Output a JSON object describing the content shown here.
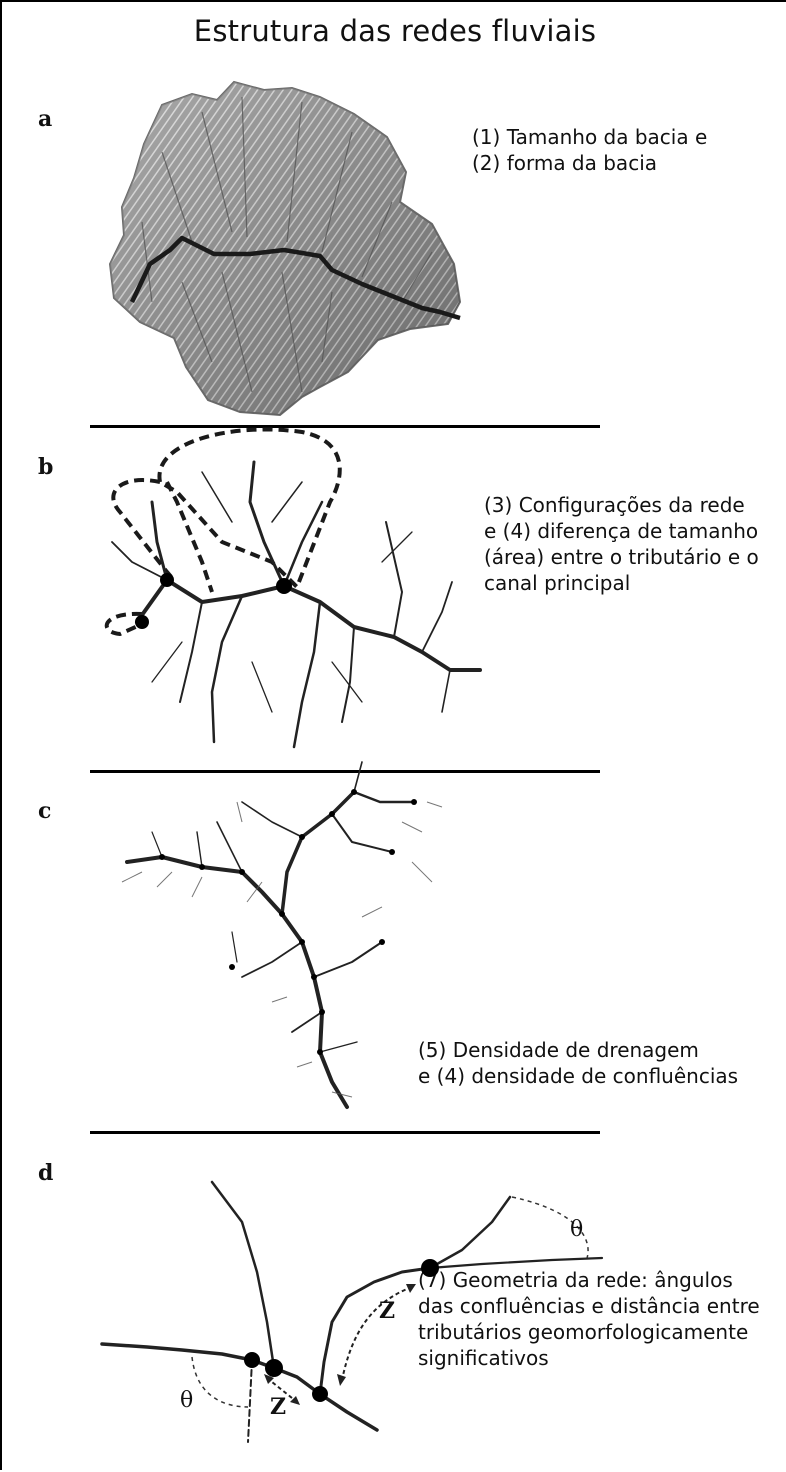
{
  "title": "Estrutura das redes fluviais",
  "panels": [
    {
      "letter": "a",
      "caption": [
        "(1) Tamanho da bacia e",
        "(2) forma da bacia"
      ]
    },
    {
      "letter": "b",
      "caption": [
        "(3) Configurações da rede",
        "e (4) diferença de tamanho",
        "(área) entre o tributário e o",
        "canal principal"
      ]
    },
    {
      "letter": "c",
      "caption": [
        "(5) Densidade de drenagem",
        "e (4) densidade de confluências"
      ]
    },
    {
      "letter": "d",
      "caption": [
        "(7) Geometria da rede: ângulos",
        "das confluências e distância entre",
        "tributários geomorfologicamente",
        "significativos"
      ]
    }
  ],
  "annotations": {
    "theta": "θ",
    "z": "Z"
  }
}
